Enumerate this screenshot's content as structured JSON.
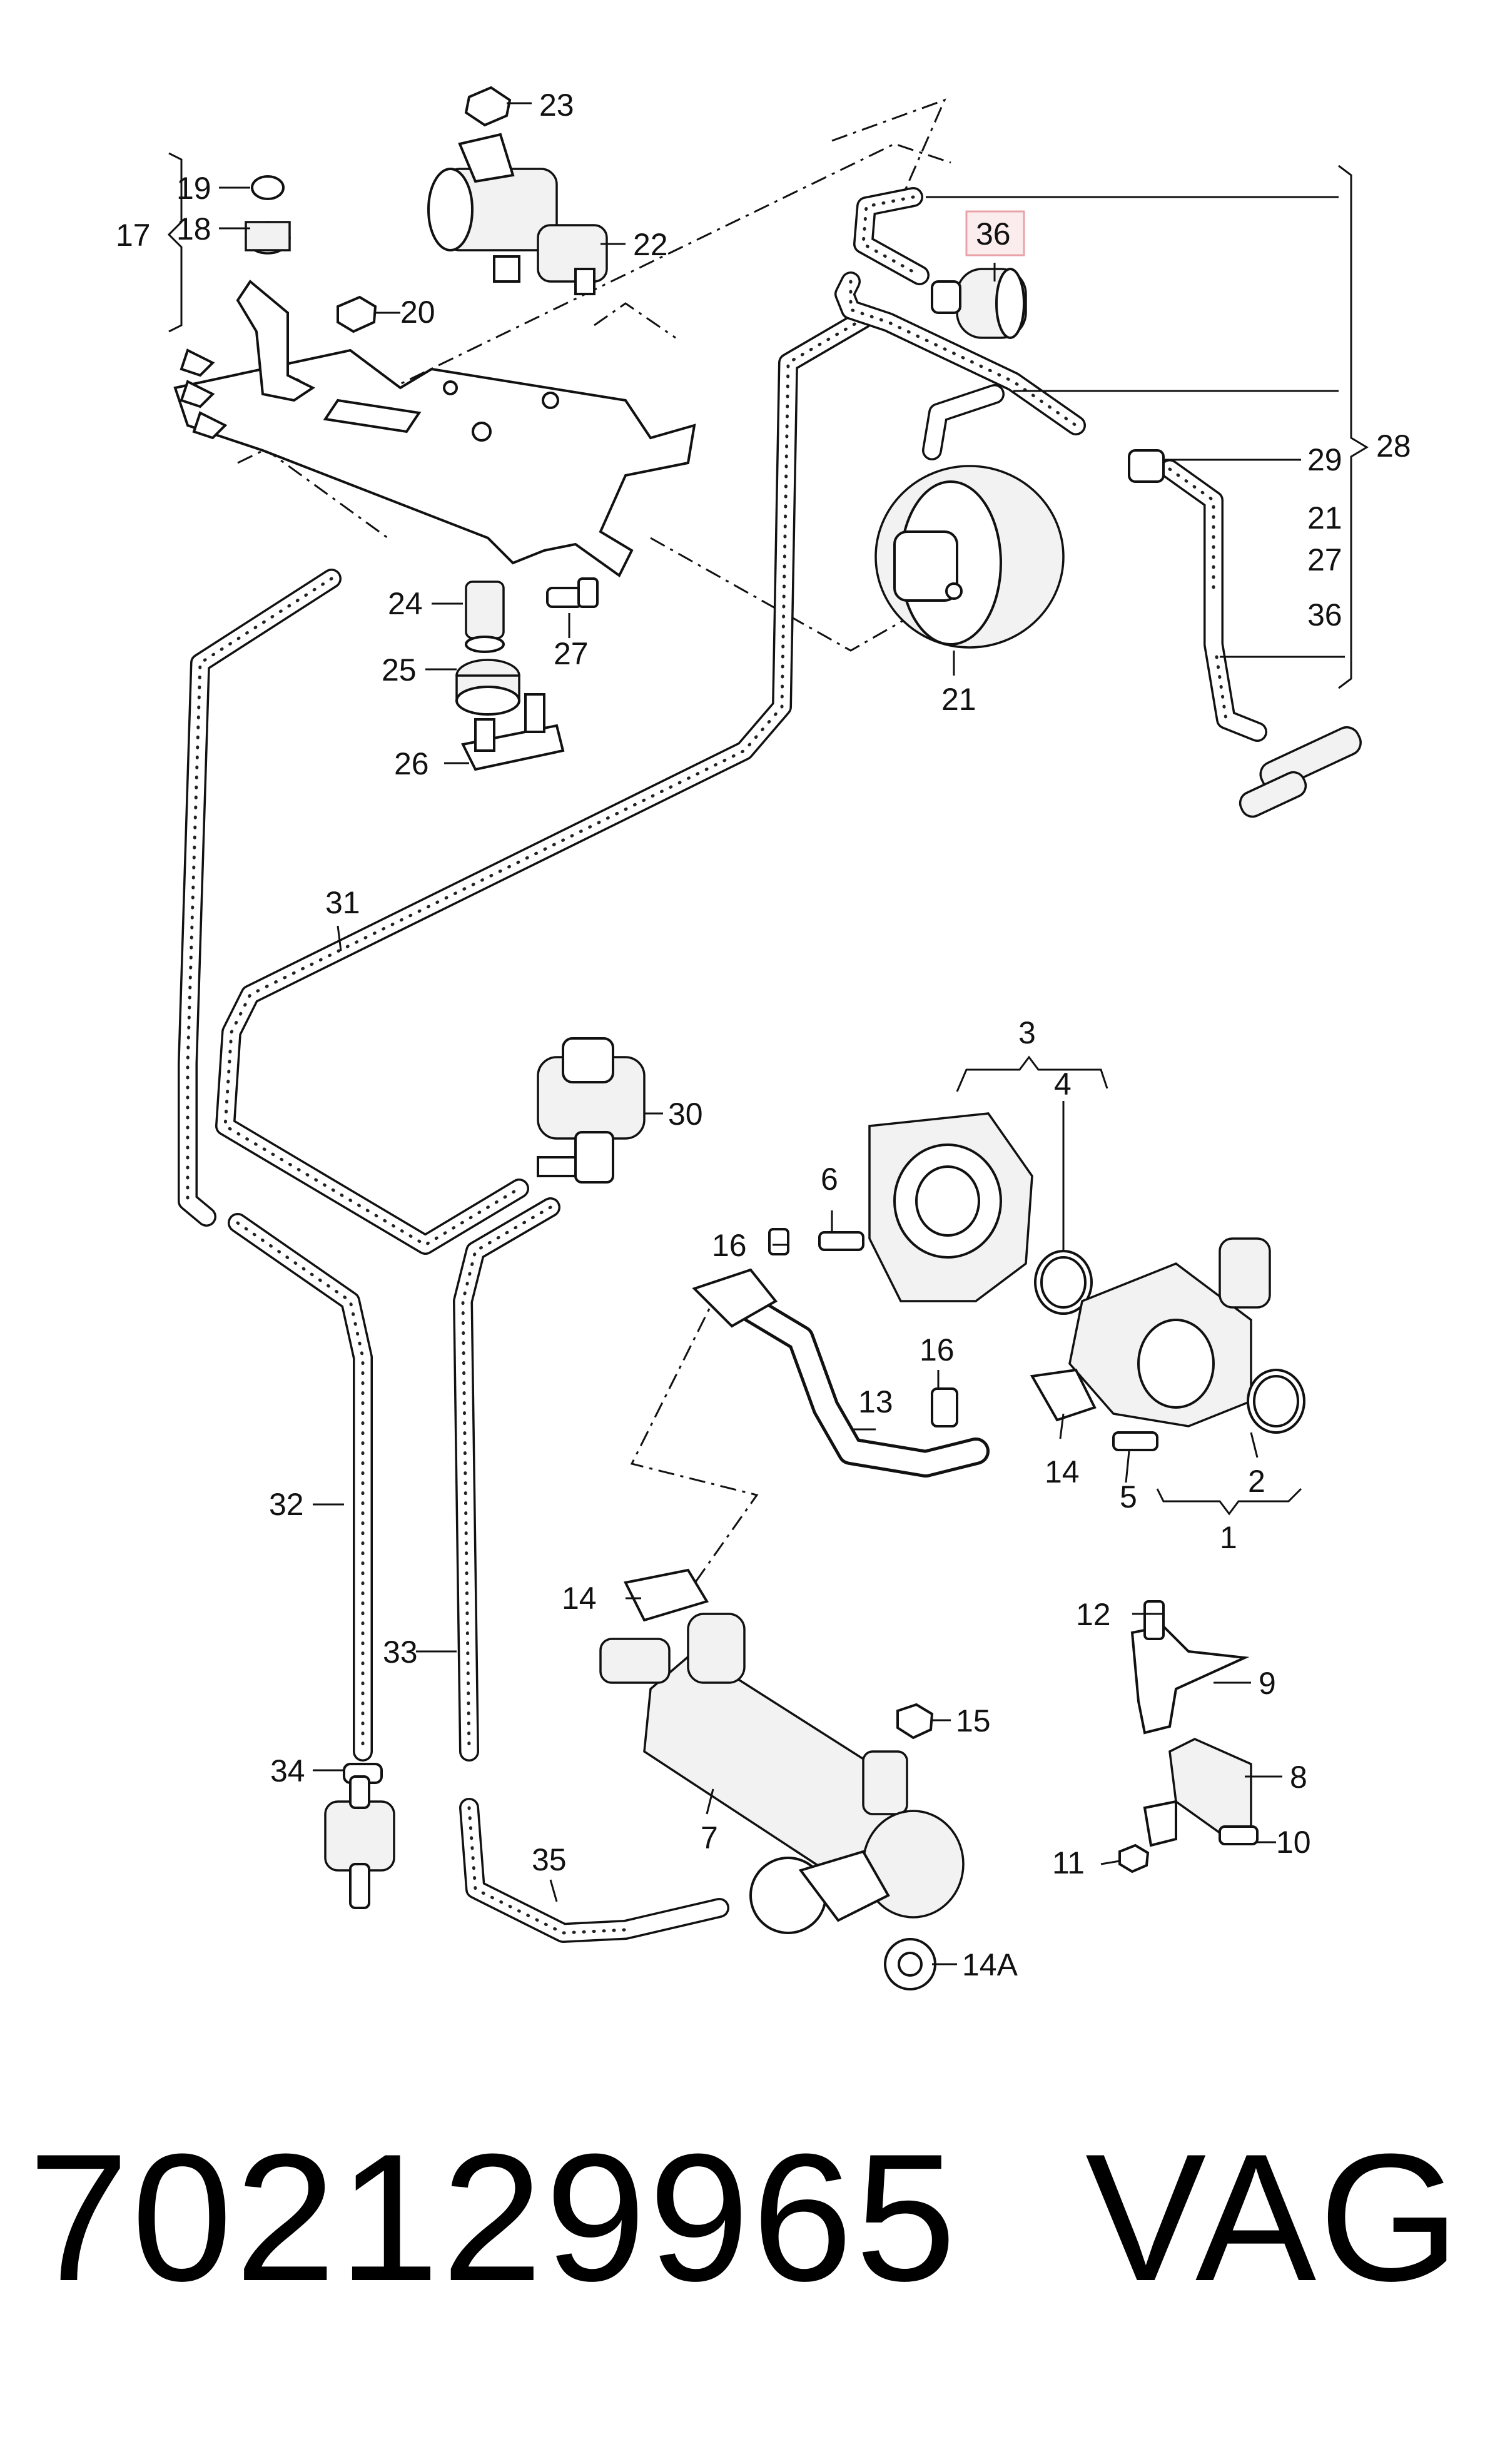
{
  "diagram": {
    "highlight_color": "#e8a3a8",
    "callouts": {
      "c1": "1",
      "c2": "2",
      "c3": "3",
      "c4": "4",
      "c5": "5",
      "c7": "7",
      "c8": "8",
      "c9": "9",
      "c10": "10",
      "c11": "11",
      "c12": "12",
      "c13": "13",
      "c14a": "14",
      "c14b": "14",
      "c14A": "14A",
      "c15": "15",
      "c16a": "16",
      "c16b": "16",
      "c17": "17",
      "c18": "18",
      "c19": "19",
      "c20": "20",
      "c21a": "21",
      "c21b": "21",
      "c22": "22",
      "c23": "23",
      "c24": "24",
      "c25": "25",
      "c26": "26",
      "c27a": "27",
      "c27b": "27",
      "c28": "28",
      "c29": "29",
      "c30": "30",
      "c31": "31",
      "c32": "32",
      "c33": "33",
      "c34": "34",
      "c35": "35",
      "c36a": "36",
      "c36b": "36",
      "c6": "6"
    }
  },
  "footer": {
    "part_number": "702129965",
    "brand": "VAG"
  }
}
